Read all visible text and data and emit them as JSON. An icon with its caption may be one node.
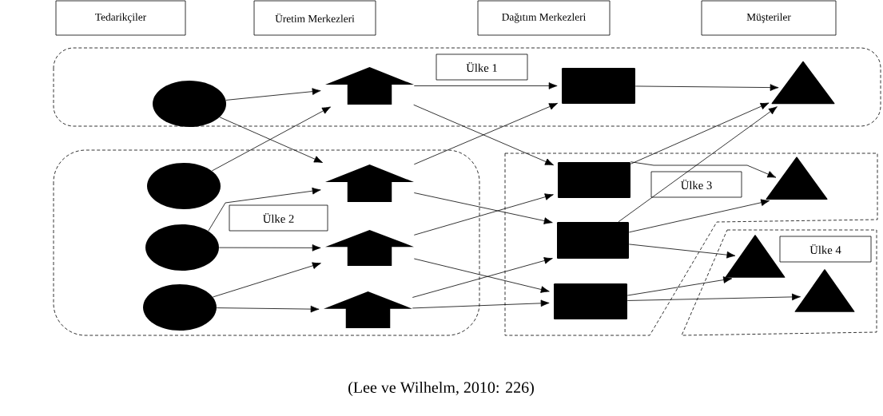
{
  "diagram": {
    "caption": "(Lee ve Wilhelm, 2010: 226)",
    "nodes": [
      {
        "text": [
          "Tedarikçiler"
        ]
      },
      {
        "text": [
          "Üretim Merkezleri"
        ]
      },
      {
        "text": [
          "Dağıtım Merkezleri"
        ]
      },
      {
        "text": [
          "Müşteriler"
        ]
      },
      {
        "text": [
          "Ülke 1"
        ]
      },
      {
        "text": [],
        "shape": "ellipse",
        "in": 4
      },
      {
        "text": [],
        "shape": "arrow",
        "in": 4
      },
      {
        "text": [],
        "shape": "box",
        "in": 4
      },
      {
        "text": [],
        "shape": "triangle",
        "in": 4
      },
      {
        "text": [
          "Ülke 2"
        ]
      },
      {
        "text": [],
        "shape": "ellipse",
        "in": 9
      },
      {
        "text": [],
        "shape": "ellipse",
        "in": 9
      },
      {
        "text": [],
        "shape": "ellipse",
        "in": 9
      },
      {
        "text": [],
        "shape": "arrow",
        "in": 9
      },
      {
        "text": [],
        "shape": "arrow",
        "in": 9
      },
      {
        "text": [],
        "shape": "arrow",
        "in": 9
      },
      {
        "text": [
          "Ülke 3"
        ]
      },
      {
        "text": [],
        "shape": "box",
        "in": 16
      },
      {
        "text": [],
        "shape": "box",
        "in": 16
      },
      {
        "text": [],
        "shape": "box",
        "in": 16
      },
      {
        "text": [],
        "shape": "triangle",
        "in": 16
      },
      {
        "text": [
          "Ülke 4"
        ]
      },
      {
        "text": [],
        "shape": "triangle",
        "in": 21
      },
      {
        "text": [],
        "shape": "triangle",
        "in": 21
      }
    ],
    "edges": [
      {
        "from": 5,
        "to": 6,
        "arrow": "to"
      },
      {
        "from": 5,
        "to": 13,
        "arrow": "to"
      },
      {
        "from": 10,
        "to": 6,
        "arrow": "to"
      },
      {
        "from": 11,
        "to": 13,
        "arrow": "to"
      },
      {
        "from": 11,
        "to": 14,
        "arrow": "to"
      },
      {
        "from": 12,
        "to": 14,
        "arrow": "to"
      },
      {
        "from": 12,
        "to": 15,
        "arrow": "to"
      },
      {
        "from": 6,
        "to": 7,
        "arrow": "to"
      },
      {
        "from": 6,
        "to": 17,
        "arrow": "to"
      },
      {
        "from": 13,
        "to": 7,
        "arrow": "to"
      },
      {
        "from": 13,
        "to": 18,
        "arrow": "to"
      },
      {
        "from": 14,
        "to": 17,
        "arrow": "to"
      },
      {
        "from": 14,
        "to": 19,
        "arrow": "to"
      },
      {
        "from": 15,
        "to": 18,
        "arrow": "to"
      },
      {
        "from": 15,
        "to": 19,
        "arrow": "to"
      },
      {
        "from": 7,
        "to": 8,
        "arrow": "to"
      },
      {
        "from": 17,
        "to": 8,
        "arrow": "to"
      },
      {
        "from": 17,
        "to": 20,
        "arrow": "to"
      },
      {
        "from": 18,
        "to": 8,
        "arrow": "to"
      },
      {
        "from": 18,
        "to": 20,
        "arrow": "to"
      },
      {
        "from": 18,
        "to": 22,
        "arrow": "to"
      },
      {
        "from": 19,
        "to": 22,
        "arrow": "to"
      },
      {
        "from": 19,
        "to": 23,
        "arrow": "to"
      }
    ]
  }
}
